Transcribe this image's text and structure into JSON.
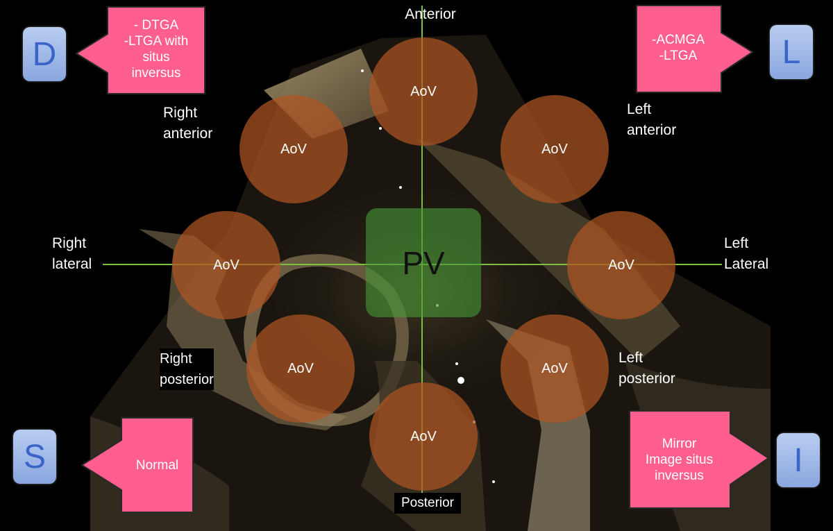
{
  "axes": {
    "anterior": "Anterior",
    "posterior": "Posterior",
    "right_lateral": "Right\nlateral",
    "left_lateral": "Left\nLateral"
  },
  "positions": {
    "right_anterior": "Right\nanterior",
    "left_anterior": "Left\nanterior",
    "right_posterior": "Right\nposterior",
    "left_posterior": "Left\nposterior"
  },
  "aortic_valve_label": "AoV",
  "pulmonary_valve_label": "PV",
  "corner_letters": {
    "top_left": "D",
    "top_right": "L",
    "bottom_left": "S",
    "bottom_right": "I"
  },
  "callouts": {
    "top_left": "- DTGA\n-LTGA with\nsitus\ninversus",
    "top_right": "-ACMGA\n-LTGA",
    "bottom_left": "Normal",
    "bottom_right": "Mirror\nImage situs\ninversus"
  },
  "colors": {
    "callout_fill": "#ff5f8f",
    "aov_fill": "rgba(175,85,35,0.72)",
    "pv_fill": "rgba(70,150,55,0.62)",
    "axis_line": "#7fbf3f",
    "letter_text": "#3b64c8"
  }
}
